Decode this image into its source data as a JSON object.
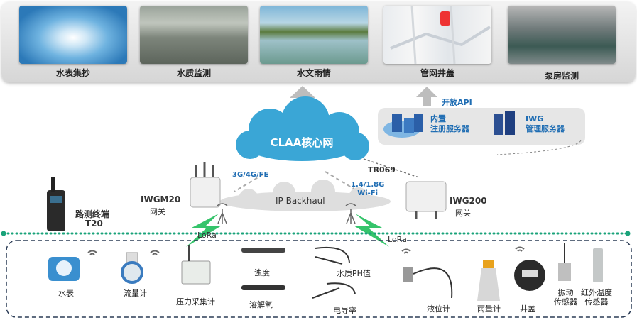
{
  "apps": [
    {
      "label": "水表集抄",
      "icon": "water-drop-photo"
    },
    {
      "label": "水质监测",
      "icon": "treatment-pond-photo"
    },
    {
      "label": "水文雨情",
      "icon": "river-photo"
    },
    {
      "label": "管网井盖",
      "icon": "pipe-network-map-photo"
    },
    {
      "label": "泵房监测",
      "icon": "pump-room-photo"
    }
  ],
  "core": {
    "cloud_label": "CLAA核心网",
    "open_api": "开放API",
    "builtin_server": "内置\n注册服务器",
    "iwg_server": "IWG\n管理服务器",
    "tr069": "TR069"
  },
  "network": {
    "backhaul": "IP Backhaul",
    "uplink_left": "3G/4G/FE",
    "uplink_right": "1.4/1.8G\nWi-Fi",
    "lora_left": "LoRa",
    "lora_right": "LoRa"
  },
  "gateways": {
    "left": {
      "name": "IWGM20",
      "sub": "网关"
    },
    "right": {
      "name": "IWG200",
      "sub": "网关"
    }
  },
  "terminal": {
    "line1": "路测终端",
    "line2": "T20"
  },
  "sensors": [
    {
      "label": "水表"
    },
    {
      "label": "流量计"
    },
    {
      "label": "压力采集计"
    },
    {
      "label": "浊度"
    },
    {
      "label": "溶解氧"
    },
    {
      "label": "水质PH值"
    },
    {
      "label": "电导率"
    },
    {
      "label": "液位计"
    },
    {
      "label": "雨量计"
    },
    {
      "label": "井盖"
    },
    {
      "label": "振动\n传感器"
    },
    {
      "label": "红外温度\n传感器"
    }
  ],
  "colors": {
    "cloud": "#3aa6d6",
    "lora": "#2ecc71",
    "arrow": "#b9b9b9",
    "dots": "#1aa37a"
  }
}
